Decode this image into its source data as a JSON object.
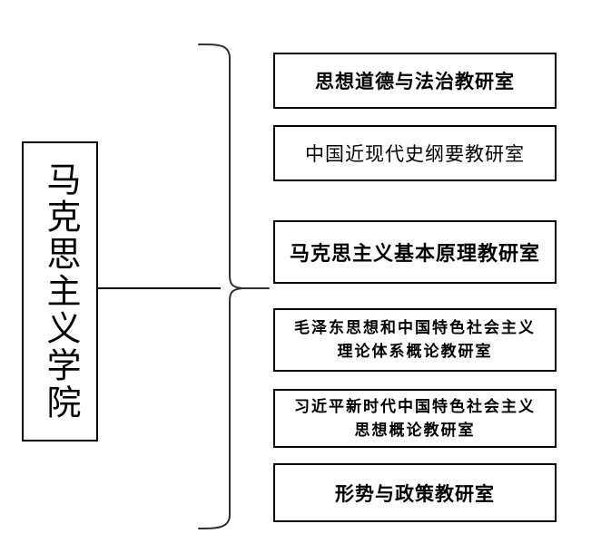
{
  "diagram": {
    "root": {
      "label": "马克思主义学院"
    },
    "branches": [
      {
        "lines": [
          "思想道德与法治教研室"
        ]
      },
      {
        "lines": [
          "中国近现代史纲要教研室"
        ]
      },
      {
        "lines": [
          "马克思主义基本原理教研室"
        ]
      },
      {
        "lines": [
          "毛泽东思想和中国特色社会主义",
          "理论体系概论教研室"
        ]
      },
      {
        "lines": [
          "习近平新时代中国特色社会主义",
          "思想概论教研室"
        ]
      },
      {
        "lines": [
          "形势与政策教研室"
        ]
      }
    ],
    "colors": {
      "text": "#000000",
      "border": "#000000",
      "background": "#ffffff",
      "brace": "#303030"
    }
  }
}
